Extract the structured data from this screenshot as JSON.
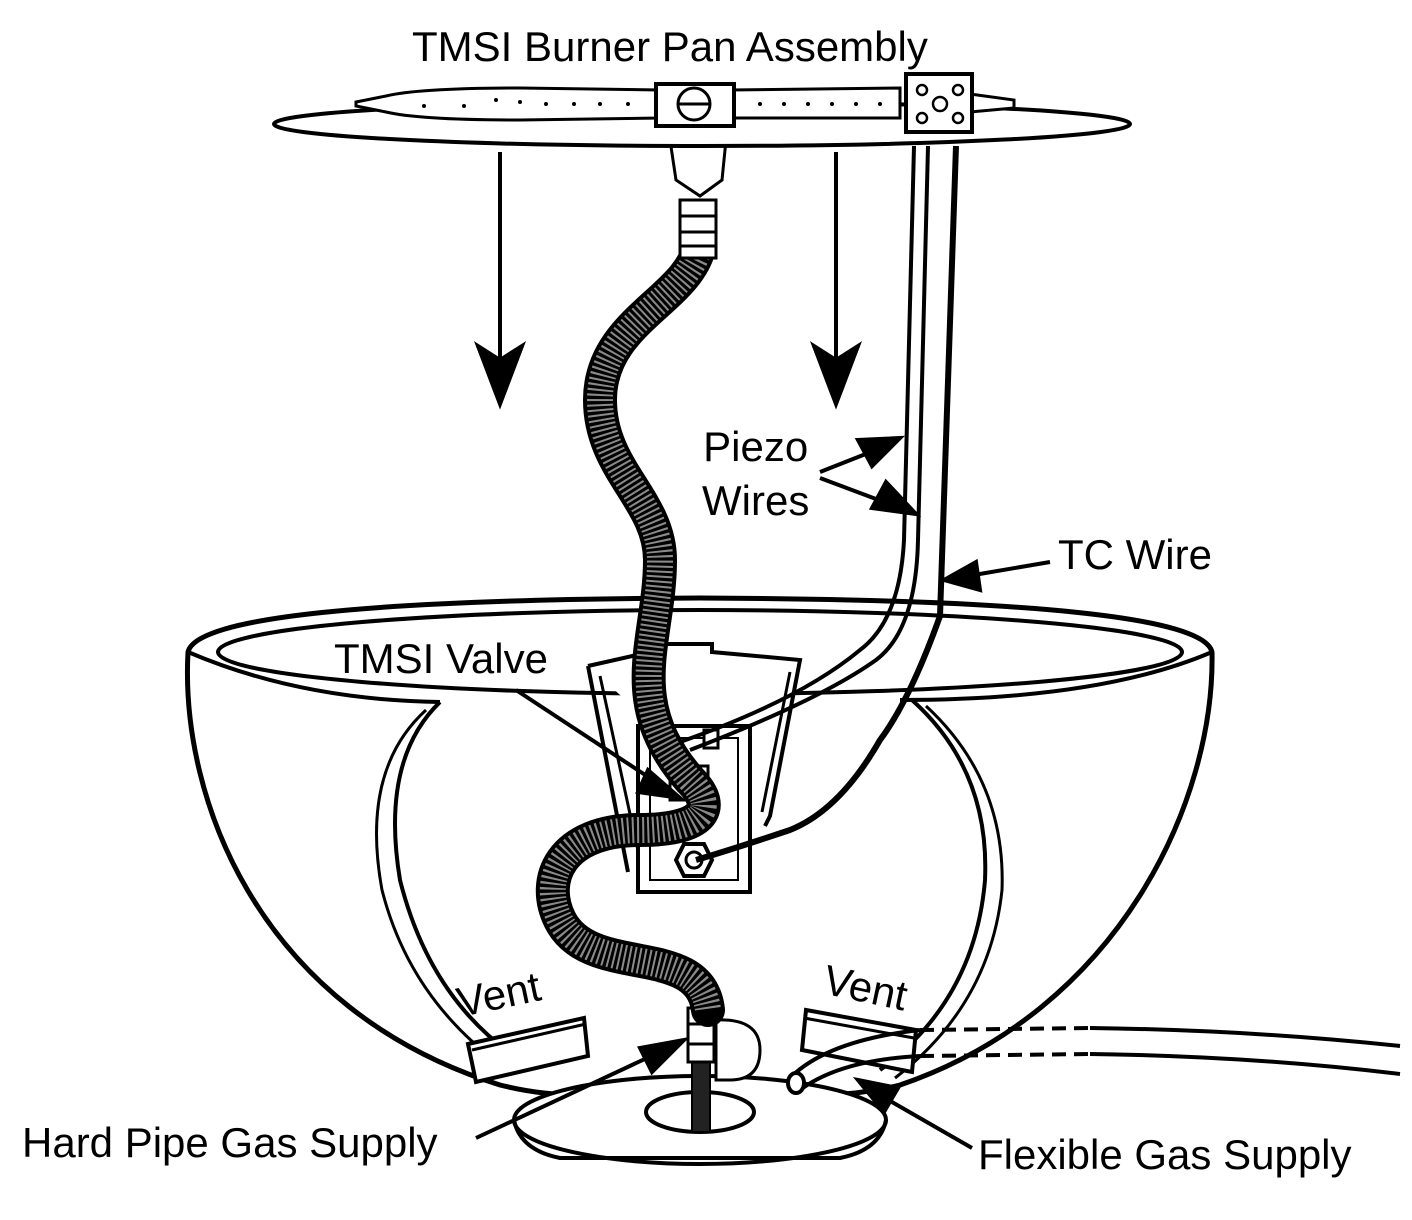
{
  "diagram": {
    "labels": {
      "title": "TMSI Burner Pan Assembly",
      "piezo_line1": "Piezo",
      "piezo_line2": "Wires",
      "tc_wire": "TC Wire",
      "valve": "TMSI Valve",
      "vent_left": "Vent",
      "vent_right": "Vent",
      "hard_pipe": "Hard Pipe Gas Supply",
      "flex_gas": "Flexible Gas Supply"
    },
    "colors": {
      "stroke": "#000000",
      "fill": "#ffffff",
      "hose": "#3a3a3a"
    }
  }
}
